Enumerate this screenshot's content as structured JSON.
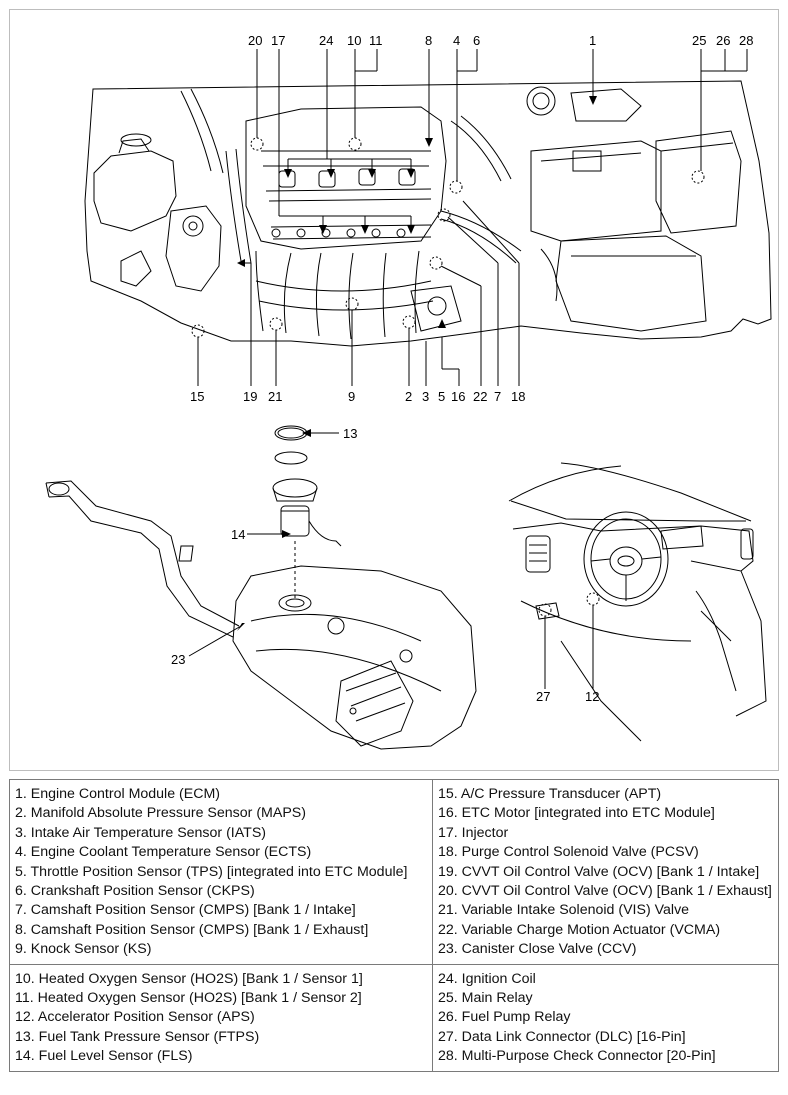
{
  "callouts": {
    "c1": "1",
    "c2": "2",
    "c3": "3",
    "c4": "4",
    "c5": "5",
    "c6": "6",
    "c7": "7",
    "c8": "8",
    "c9": "9",
    "c10": "10",
    "c11": "11",
    "c12": "12",
    "c13": "13",
    "c14": "14",
    "c15": "15",
    "c16": "16",
    "c17": "17",
    "c18": "18",
    "c19": "19",
    "c20": "20",
    "c21": "21",
    "c22": "22",
    "c23": "23",
    "c24": "24",
    "c25": "25",
    "c26": "26",
    "c27": "27",
    "c28": "28"
  },
  "legend": {
    "left": [
      "1. Engine Control Module (ECM)",
      "2. Manifold Absolute Pressure Sensor (MAPS)",
      "3. Intake Air Temperature Sensor (IATS)",
      "4. Engine Coolant Temperature Sensor (ECTS)",
      "5. Throttle Position Sensor (TPS) [integrated into ETC Module]",
      "6. Crankshaft Position Sensor (CKPS)",
      "7. Camshaft Position Sensor (CMPS) [Bank 1 / Intake]",
      "8. Camshaft Position Sensor (CMPS) [Bank 1 / Exhaust]",
      "9. Knock Sensor (KS)",
      "10. Heated Oxygen Sensor (HO2S) [Bank 1 / Sensor 1]",
      "11. Heated Oxygen Sensor (HO2S) [Bank 1 / Sensor 2]",
      "12. Accelerator Position Sensor (APS)",
      "13. Fuel Tank Pressure Sensor (FTPS)",
      "14. Fuel Level Sensor (FLS)"
    ],
    "right": [
      "15. A/C Pressure Transducer (APT)",
      "16. ETC Motor [integrated into ETC Module]",
      "17. Injector",
      "18. Purge Control Solenoid Valve (PCSV)",
      "19. CVVT Oil Control Valve (OCV) [Bank 1 / Intake]",
      "20. CVVT Oil Control Valve (OCV) [Bank 1 / Exhaust]",
      "21. Variable Intake Solenoid (VIS) Valve",
      "22. Variable Charge Motion Actuator (VCMA)",
      "23. Canister Close Valve (CCV)",
      "24. Ignition Coil",
      "25. Main Relay",
      "26. Fuel Pump Relay",
      "27. Data Link Connector (DLC) [16-Pin]",
      "28. Multi-Purpose Check Connector [20-Pin]"
    ]
  }
}
